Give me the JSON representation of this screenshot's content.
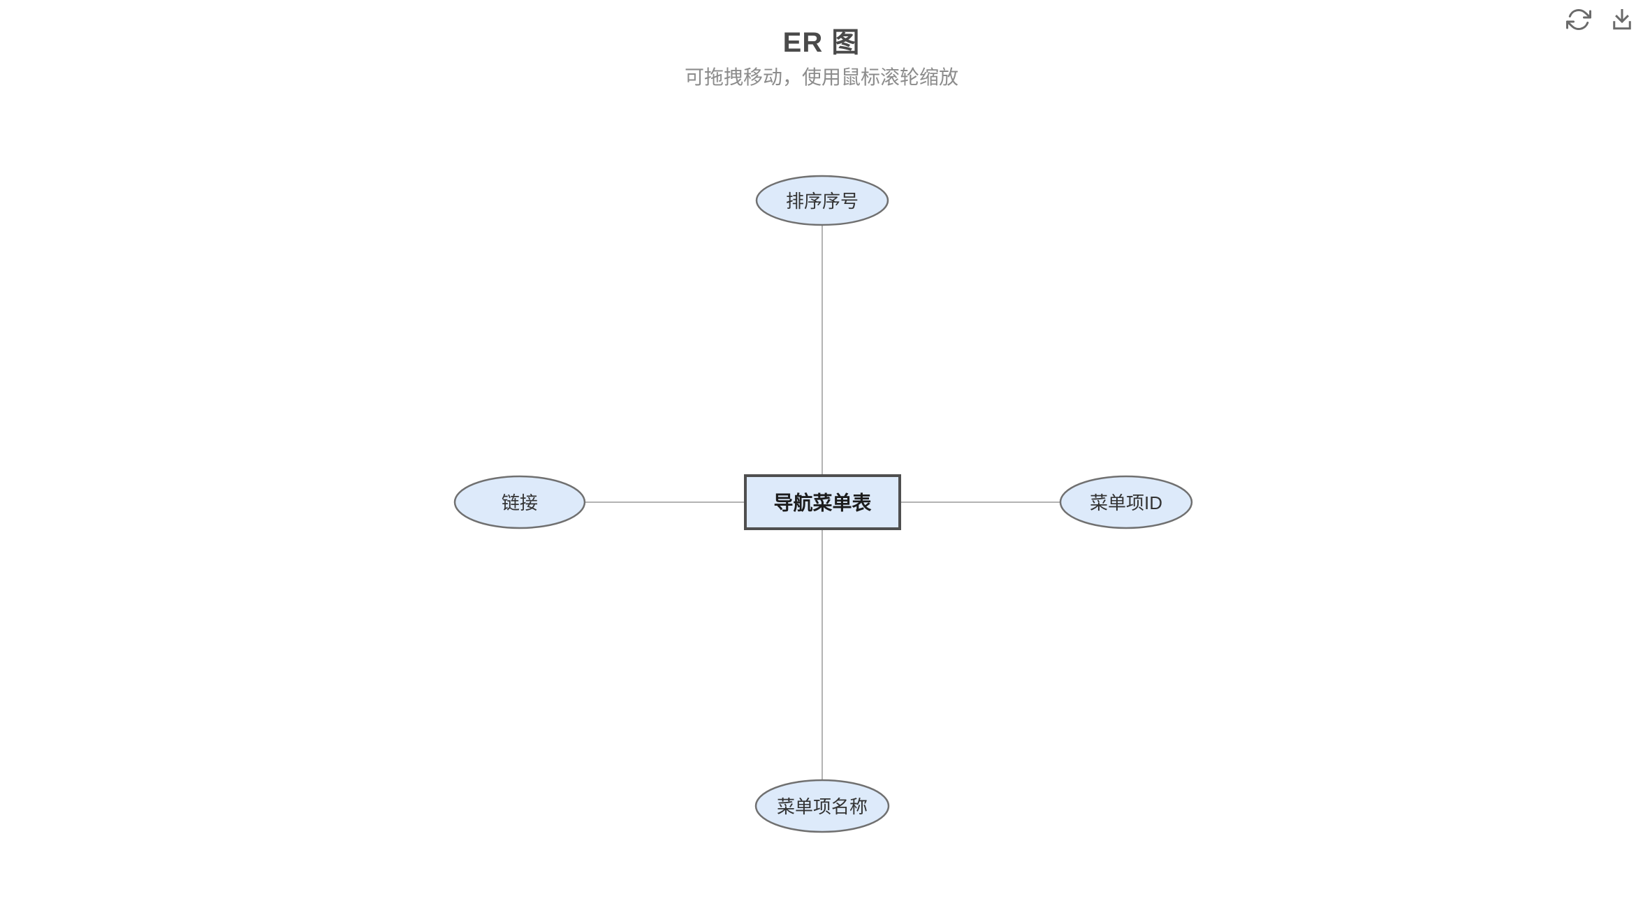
{
  "header": {
    "title": "ER 图",
    "subtitle": "可拖拽移动，使用鼠标滚轮缩放"
  },
  "toolbar": {
    "icon_color": "#6a6a6a",
    "buttons": [
      {
        "id": "refresh",
        "icon": "refresh-icon"
      },
      {
        "id": "download",
        "icon": "download-icon"
      }
    ]
  },
  "diagram": {
    "type": "er-diagram",
    "entity": {
      "label": "导航菜单表"
    },
    "attributes": {
      "top": {
        "label": "排序序号"
      },
      "right": {
        "label": "菜单项ID"
      },
      "bottom": {
        "label": "菜单项名称"
      },
      "left": {
        "label": "链接"
      }
    },
    "edges": [
      {
        "from": "导航菜单表",
        "to": "排序序号"
      },
      {
        "from": "导航菜单表",
        "to": "菜单项ID"
      },
      {
        "from": "导航菜单表",
        "to": "菜单项名称"
      },
      {
        "from": "导航菜单表",
        "to": "链接"
      }
    ],
    "colors": {
      "node_fill": "#ddeafa",
      "attribute_stroke": "#707070",
      "entity_stroke": "#4f4f4f",
      "connector": "#b3b3b3"
    }
  }
}
